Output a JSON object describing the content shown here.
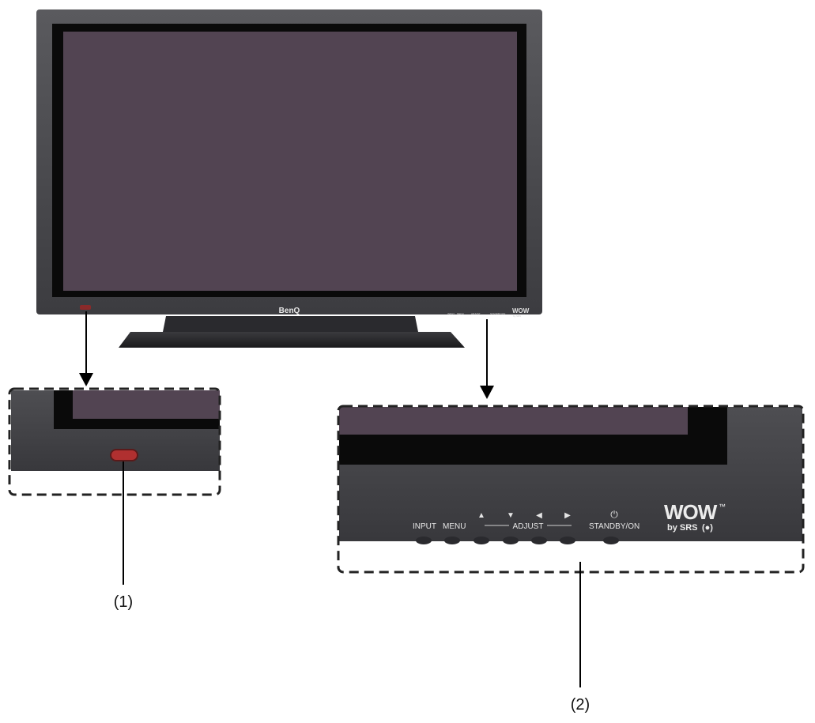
{
  "tv": {
    "brand": "BenQ"
  },
  "callouts": {
    "one": "(1)",
    "two": "(2)"
  },
  "panel": {
    "input": "INPUT",
    "menu": "MENU",
    "adjust": "ADJUST",
    "standby": "STANDBY/ON",
    "wow": "WOW",
    "tm": "™",
    "by_srs": "by SRS",
    "srs_mark": "(●)",
    "arrow_up": "▲",
    "arrow_down": "▼",
    "arrow_left": "◀",
    "arrow_right": "▶",
    "power": "⏻"
  },
  "colors": {
    "screen": "#524452",
    "bezel": "#3a3a3e",
    "frame": "#4a4a4e",
    "indicator": "#b03030"
  }
}
